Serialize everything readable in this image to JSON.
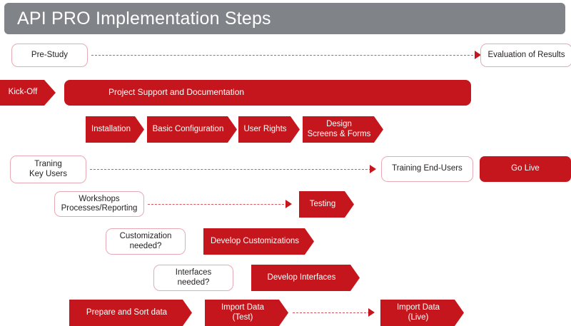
{
  "header": {
    "title": "API PRO Implementation Steps",
    "background_color": "#808388",
    "text_color": "#FFFFFF"
  },
  "theme": {
    "accent_red": "#C4161C",
    "box_border": "#E8A9B4",
    "connector_color": "#D2585F",
    "page_background": "#FFFFFF"
  },
  "diagram": {
    "type": "process-flow",
    "rows": [
      {
        "row_name": "pre-study-row",
        "nodes": [
          {
            "id": "pre-study",
            "label": "Pre-Study",
            "shape": "rounded-box",
            "fill": "white"
          },
          {
            "id": "evaluation-of-results",
            "label": "Evaluation of Results",
            "shape": "rounded-box",
            "fill": "white"
          }
        ],
        "connector": {
          "from": "pre-study",
          "to": "evaluation-of-results",
          "style": "dashed",
          "arrow": true
        }
      },
      {
        "row_name": "kickoff-row",
        "nodes": [
          {
            "id": "kick-off",
            "label": "Kick-Off",
            "shape": "chevron",
            "fill": "red"
          },
          {
            "id": "project-support-and-documentation",
            "label": "Project Support and Documentation",
            "shape": "rounded-bar",
            "fill": "red"
          }
        ]
      },
      {
        "row_name": "configuration-row",
        "nodes": [
          {
            "id": "installation",
            "label": "Installation",
            "shape": "chevron",
            "fill": "red"
          },
          {
            "id": "basic-configuration",
            "label": "Basic Configuration",
            "shape": "chevron",
            "fill": "red"
          },
          {
            "id": "user-rights",
            "label": "User Rights",
            "shape": "chevron",
            "fill": "red"
          },
          {
            "id": "design-screens-and-forms",
            "label": "Design\nScreens & Forms",
            "line1": "Design",
            "line2": "Screens & Forms",
            "shape": "chevron",
            "fill": "red"
          }
        ]
      },
      {
        "row_name": "training-row",
        "nodes": [
          {
            "id": "traning-key-users",
            "label": "Traning\nKey Users",
            "line1": "Traning",
            "line2": "Key Users",
            "shape": "rounded-box",
            "fill": "white"
          },
          {
            "id": "training-end-users",
            "label": "Training End-Users",
            "shape": "rounded-box",
            "fill": "white"
          },
          {
            "id": "go-live",
            "label": "Go Live",
            "shape": "rounded-box",
            "fill": "red"
          }
        ],
        "connector": {
          "from": "traning-key-users",
          "to": "training-end-users",
          "style": "dashed",
          "arrow": true
        }
      },
      {
        "row_name": "workshops-row",
        "nodes": [
          {
            "id": "workshops-processes-reporting",
            "label": "Workshops\nProcesses/Reporting",
            "line1": "Workshops",
            "line2": "Processes/Reporting",
            "shape": "rounded-box",
            "fill": "white"
          },
          {
            "id": "testing",
            "label": "Testing",
            "shape": "chevron",
            "fill": "red"
          }
        ],
        "connector": {
          "from": "workshops-processes-reporting",
          "to": "testing",
          "style": "dashed",
          "arrow": true
        }
      },
      {
        "row_name": "customization-row",
        "nodes": [
          {
            "id": "customization-needed",
            "label": "Customization\nneeded?",
            "line1": "Customization",
            "line2": "needed?",
            "shape": "rounded-box",
            "fill": "white"
          },
          {
            "id": "develop-customizations",
            "label": "Develop Customizations",
            "shape": "chevron",
            "fill": "red"
          }
        ]
      },
      {
        "row_name": "interfaces-row",
        "nodes": [
          {
            "id": "interfaces-needed",
            "label": "Interfaces\nneeded?",
            "line1": "Interfaces",
            "line2": "needed?",
            "shape": "rounded-box",
            "fill": "white"
          },
          {
            "id": "develop-interfaces",
            "label": "Develop Interfaces",
            "shape": "chevron",
            "fill": "red"
          }
        ]
      },
      {
        "row_name": "data-row",
        "nodes": [
          {
            "id": "prepare-and-sort-data",
            "label": "Prepare and Sort data",
            "shape": "chevron",
            "fill": "red"
          },
          {
            "id": "import-data-test",
            "label": "Import Data\n(Test)",
            "line1": "Import Data",
            "line2": "(Test)",
            "shape": "chevron",
            "fill": "red"
          },
          {
            "id": "import-data-live",
            "label": "Import Data\n(Live)",
            "line1": "Import Data",
            "line2": "(Live)",
            "shape": "chevron",
            "fill": "red"
          }
        ],
        "connector": {
          "from": "import-data-test",
          "to": "import-data-live",
          "style": "dashed",
          "arrow": true
        }
      }
    ]
  }
}
